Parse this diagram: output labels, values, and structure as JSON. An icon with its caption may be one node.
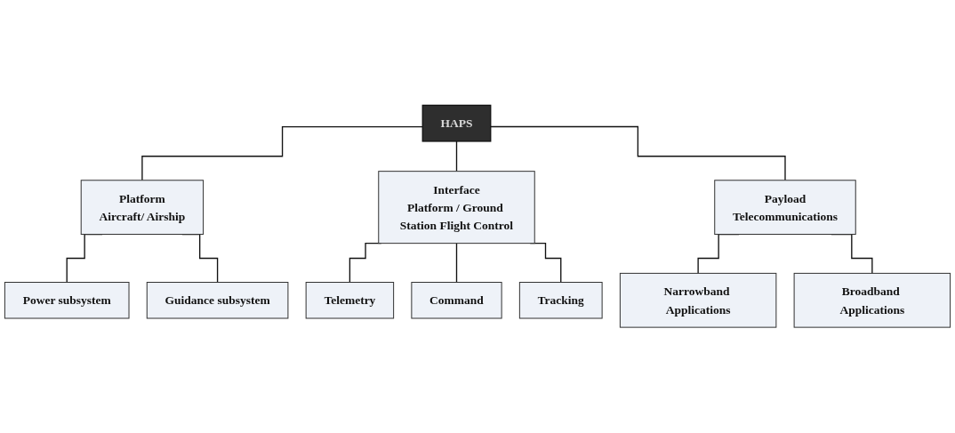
{
  "diagram": {
    "nodes": [
      {
        "text": [
          "HAPS"
        ]
      },
      {
        "text": [
          "Platform",
          "Aircraft/ Airship"
        ]
      },
      {
        "text": [
          "Interface",
          "Platform / Ground Station Flight Control"
        ]
      },
      {
        "text": [
          "Payload",
          "Telecommunications"
        ]
      },
      {
        "text": [
          "Telemetry"
        ]
      },
      {
        "text": [
          "Command"
        ]
      },
      {
        "text": [
          "Tracking"
        ]
      },
      {
        "text": [
          "Power subsystem"
        ]
      },
      {
        "text": [
          "Guidance subsystem"
        ]
      },
      {
        "text": [
          "Narrowband Applications"
        ]
      },
      {
        "text": [
          "Broadband Applications"
        ]
      }
    ],
    "edges": [
      {
        "from": 0,
        "to": 1,
        "arrow": "none"
      },
      {
        "from": 0,
        "to": 2,
        "arrow": "none"
      },
      {
        "from": 0,
        "to": 3,
        "arrow": "none"
      },
      {
        "from": 2,
        "to": 4,
        "arrow": "none"
      },
      {
        "from": 2,
        "to": 5,
        "arrow": "none"
      },
      {
        "from": 2,
        "to": 6,
        "arrow": "none"
      },
      {
        "from": 1,
        "to": 7,
        "arrow": "none"
      },
      {
        "from": 1,
        "to": 8,
        "arrow": "none"
      },
      {
        "from": 3,
        "to": 9,
        "arrow": "none"
      },
      {
        "from": 3,
        "to": 10,
        "arrow": "none"
      }
    ]
  }
}
